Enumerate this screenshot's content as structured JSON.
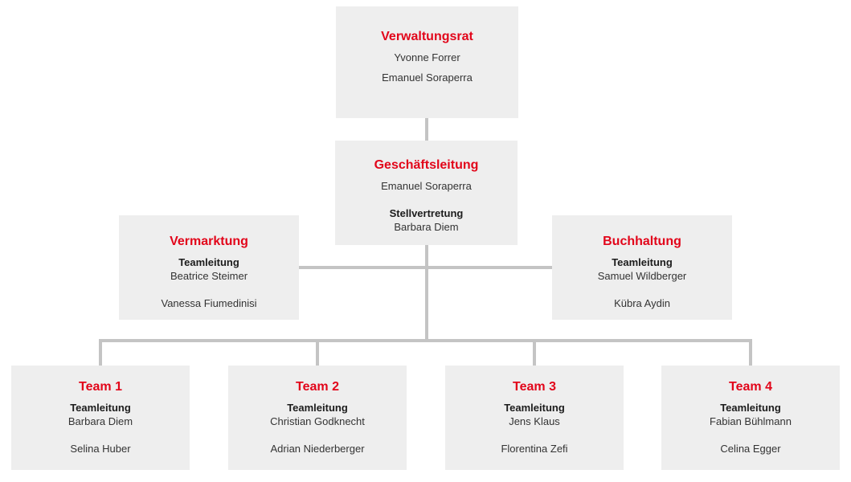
{
  "theme": {
    "accent_red": "#e2051a",
    "box_background": "#eeeeee",
    "line_color": "#c4c4c4",
    "page_background": "#ffffff",
    "text_color": "#333333"
  },
  "org_chart": {
    "board": {
      "title": "Verwaltungsrat",
      "members": [
        "Yvonne Forrer",
        "Emanuel Soraperra"
      ]
    },
    "management": {
      "title": "Geschäftsleitung",
      "lead": "Emanuel Soraperra",
      "deputy_label": "Stellvertretung",
      "deputy": "Barbara Diem"
    },
    "departments": [
      {
        "title": "Vermarktung",
        "role_label": "Teamleitung",
        "lead": "Beatrice Steimer",
        "members": [
          "Vanessa Fiumedinisi"
        ]
      },
      {
        "title": "Buchhaltung",
        "role_label": "Teamleitung",
        "lead": "Samuel Wildberger",
        "members": [
          "Kübra Aydin"
        ]
      }
    ],
    "teams": [
      {
        "title": "Team 1",
        "role_label": "Teamleitung",
        "lead": "Barbara Diem",
        "members": [
          "Selina Huber"
        ]
      },
      {
        "title": "Team 2",
        "role_label": "Teamleitung",
        "lead": "Christian Godknecht",
        "members": [
          "Adrian Niederberger"
        ]
      },
      {
        "title": "Team 3",
        "role_label": "Teamleitung",
        "lead": "Jens Klaus",
        "members": [
          "Florentina Zefi"
        ]
      },
      {
        "title": "Team 4",
        "role_label": "Teamleitung",
        "lead": "Fabian Bühlmann",
        "members": [
          "Celina Egger"
        ]
      }
    ]
  }
}
